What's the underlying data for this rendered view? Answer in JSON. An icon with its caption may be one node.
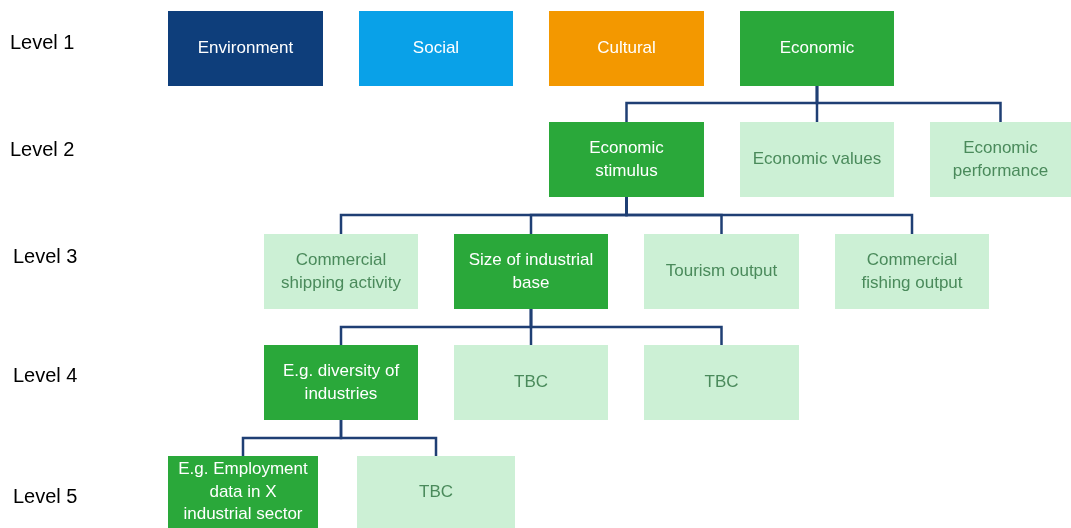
{
  "diagram": {
    "nodes": [
      {
        "text": [
          "Environment"
        ]
      },
      {
        "text": [
          "Social"
        ]
      },
      {
        "text": [
          "Cultural"
        ]
      },
      {
        "text": [
          "Economic"
        ]
      },
      {
        "text": [
          "Economic stimulus"
        ]
      },
      {
        "text": [
          "Economic values"
        ]
      },
      {
        "text": [
          "Economic performance"
        ]
      },
      {
        "text": [
          "Commercial shipping activity"
        ]
      },
      {
        "text": [
          "Size of industrial base"
        ]
      },
      {
        "text": [
          "Tourism output"
        ]
      },
      {
        "text": [
          "Commercial fishing output"
        ]
      },
      {
        "text": [
          "E.g. diversity of industries"
        ]
      },
      {
        "text": [
          "TBC"
        ]
      },
      {
        "text": [
          "TBC"
        ]
      },
      {
        "text": [
          "E.g. Employment data in X industrial sector"
        ]
      },
      {
        "text": [
          "TBC"
        ]
      }
    ],
    "edges": [
      {
        "from": 3,
        "to": 4,
        "arrow": "none"
      },
      {
        "from": 3,
        "to": 5,
        "arrow": "none"
      },
      {
        "from": 3,
        "to": 6,
        "arrow": "none"
      },
      {
        "from": 4,
        "to": 7,
        "arrow": "none"
      },
      {
        "from": 4,
        "to": 8,
        "arrow": "none"
      },
      {
        "from": 4,
        "to": 9,
        "arrow": "none"
      },
      {
        "from": 4,
        "to": 10,
        "arrow": "none"
      },
      {
        "from": 8,
        "to": 11,
        "arrow": "none"
      },
      {
        "from": 8,
        "to": 12,
        "arrow": "none"
      },
      {
        "from": 8,
        "to": 13,
        "arrow": "none"
      },
      {
        "from": 11,
        "to": 14,
        "arrow": "none"
      },
      {
        "from": 11,
        "to": 15,
        "arrow": "none"
      }
    ],
    "labels": [
      "Level 1",
      "Level 2",
      "Level 3",
      "Level 4",
      "Level 5"
    ]
  }
}
